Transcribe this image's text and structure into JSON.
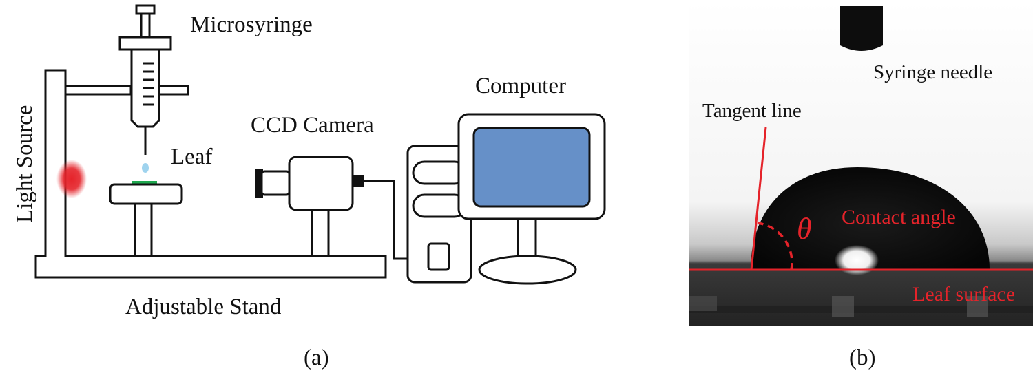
{
  "panel_a": {
    "caption": "(a)",
    "labels": {
      "microsyringe": "Microsyringe",
      "light_source": "Light Source",
      "leaf": "Leaf",
      "ccd_camera": "CCD Camera",
      "computer": "Computer",
      "adjustable_stand": "Adjustable Stand"
    },
    "colors": {
      "light": "#e5232a",
      "leaf": "#1fa84f",
      "droplet": "#9fd3ee",
      "screen": "#6690c8"
    }
  },
  "panel_b": {
    "caption": "(b)",
    "labels": {
      "syringe_needle": "Syringe needle",
      "tangent_line": "Tangent line",
      "contact_angle": "Contact angle",
      "theta": "θ",
      "leaf_surface": "Leaf surface"
    },
    "colors": {
      "annotation": "#e5232a",
      "drop": "#0c0c0c"
    }
  }
}
